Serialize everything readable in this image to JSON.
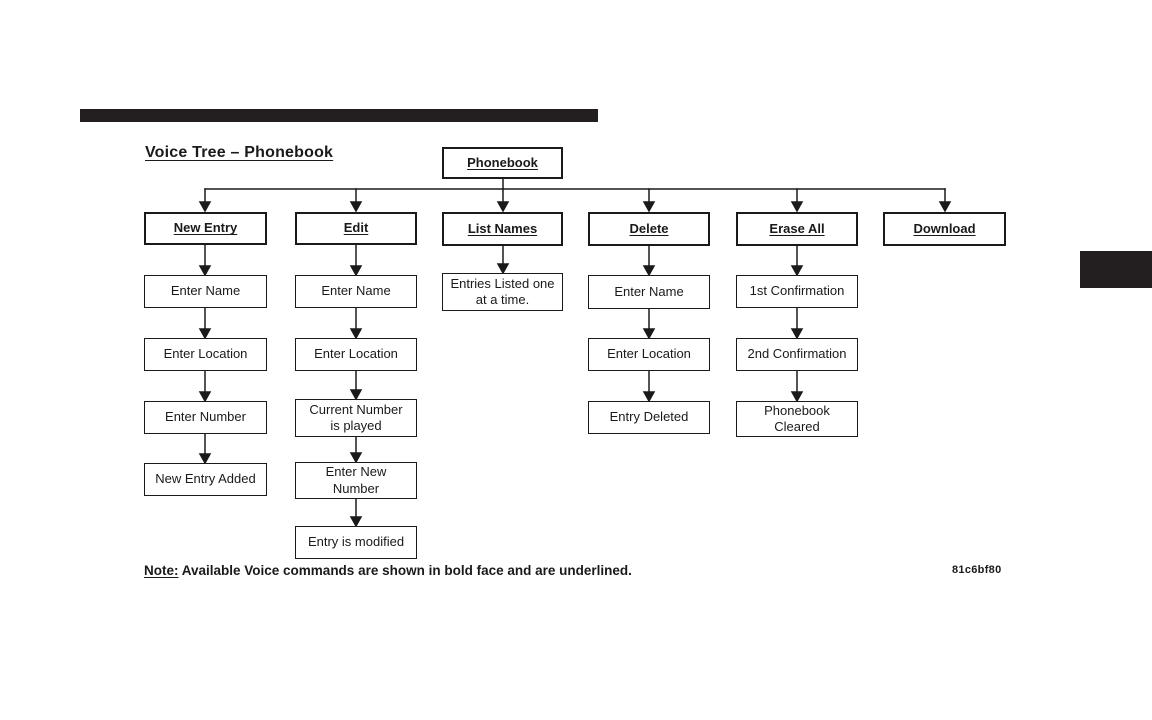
{
  "page": {
    "title": "Voice Tree – Phonebook",
    "figure_code": "81c6bf80",
    "note": {
      "label": "Note:",
      "text": " Available Voice commands are shown in bold face and are underlined."
    },
    "colors": {
      "ink": "#1a1a1a",
      "print_black": "#231f20",
      "paper": "#ffffff"
    }
  },
  "tree": {
    "root": "Phonebook",
    "columns": [
      {
        "command": "New Entry",
        "steps": [
          "Enter Name",
          "Enter Location",
          "Enter Number",
          "New Entry Added"
        ]
      },
      {
        "command": "Edit",
        "steps": [
          "Enter Name",
          "Enter Location",
          "Current Number\nis played",
          "Enter New\nNumber",
          "Entry is modified"
        ]
      },
      {
        "command": "List Names",
        "steps": [
          "Entries Listed one\nat a time."
        ]
      },
      {
        "command": "Delete",
        "steps": [
          "Enter Name",
          "Enter Location",
          "Entry Deleted"
        ]
      },
      {
        "command": "Erase All",
        "steps": [
          "1st Confirmation",
          "2nd Confirmation",
          "Phonebook\nCleared"
        ]
      },
      {
        "command": "Download",
        "steps": []
      }
    ]
  }
}
